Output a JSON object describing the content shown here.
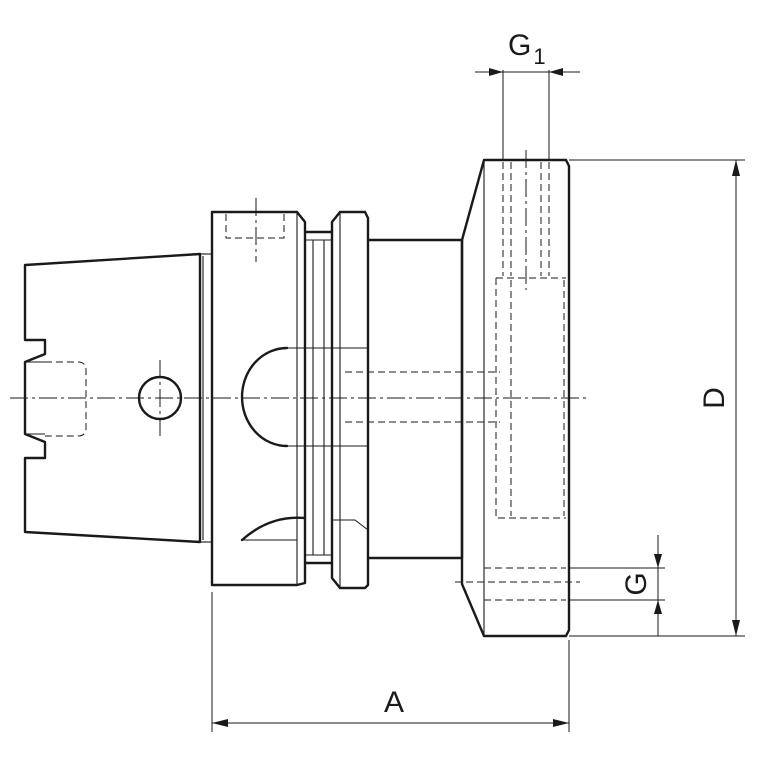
{
  "dimensions": {
    "g1": {
      "letter": "G",
      "subscript": "1"
    },
    "d": "D",
    "g": "G",
    "a": "A"
  }
}
